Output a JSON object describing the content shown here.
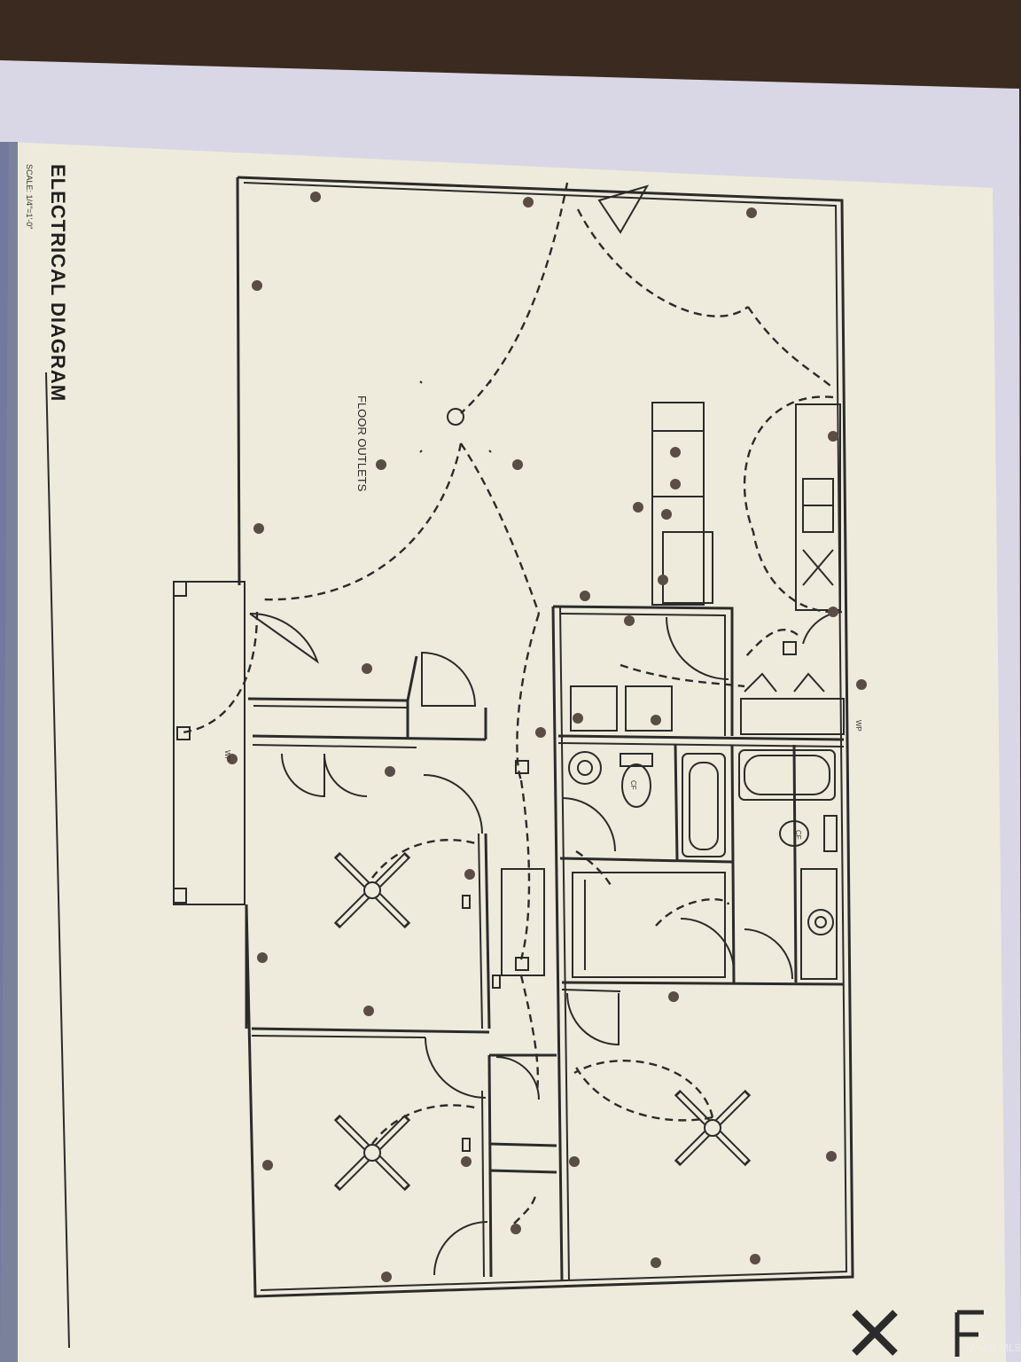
{
  "diagram": {
    "title": "ELECTRICAL DIAGRAM",
    "scale": "SCALE: 1/4\"=1'-0\"",
    "floor_outlets_label": "FLOOR OUTLETS",
    "labels": {
      "wp_left": "WP",
      "wp_right": "WP",
      "cf_1": "CF",
      "cf_2": "CF"
    },
    "watermark": "MAAR MLS"
  },
  "colors": {
    "paper": "#eeebdc",
    "line": "#2b2b2b",
    "outlet": "#5a4d45",
    "background": "#3a2a1f",
    "sheet_edge": "#d9d7e6"
  }
}
